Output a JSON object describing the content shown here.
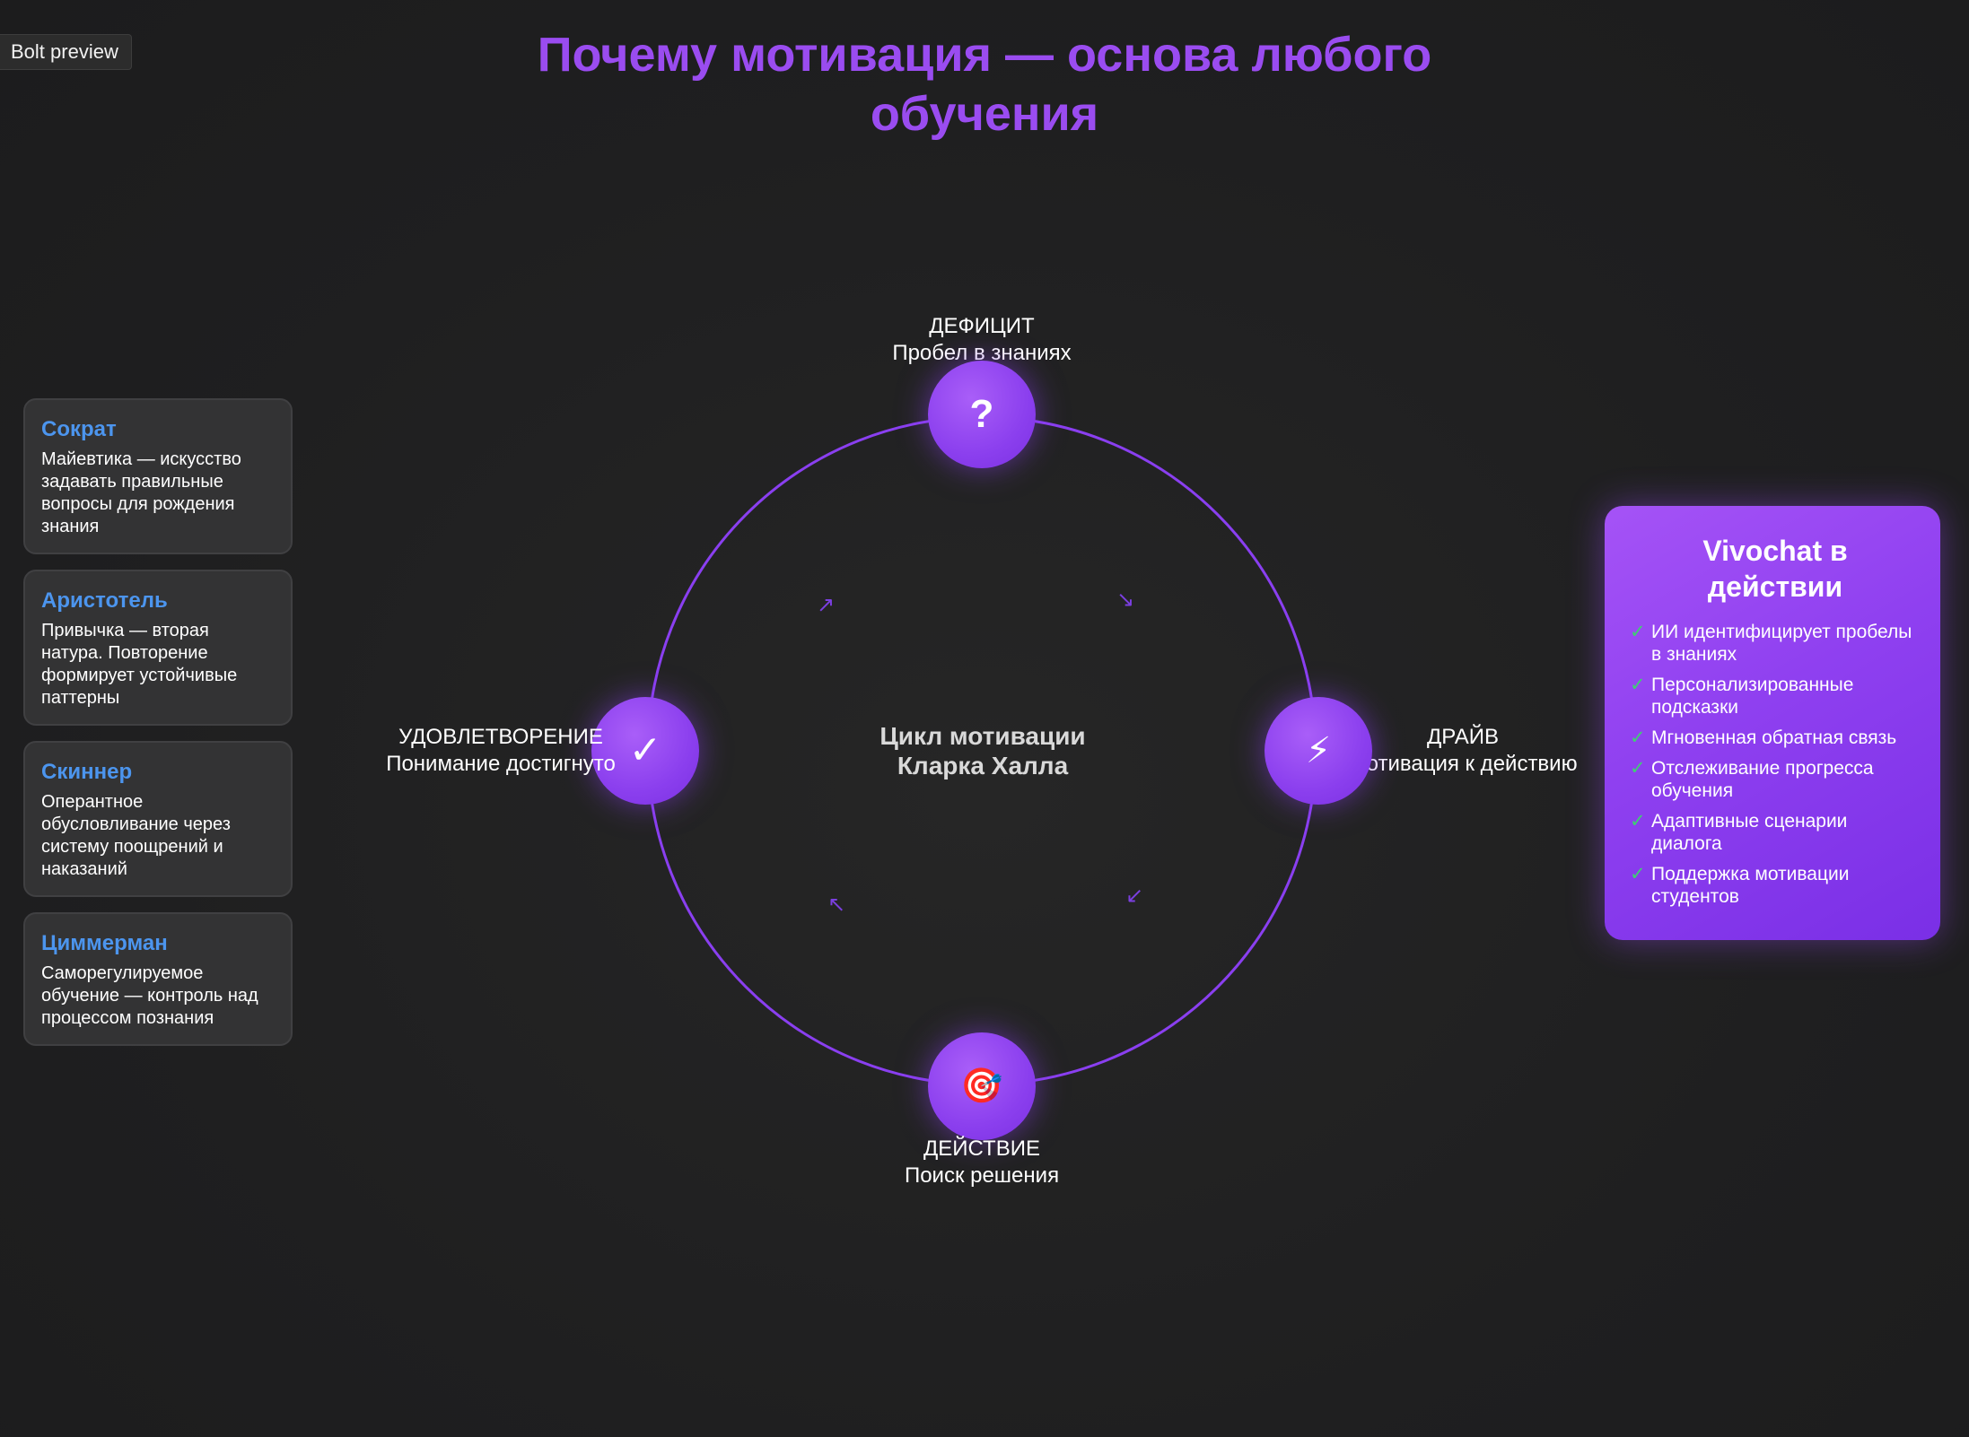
{
  "preview_badge": "Bolt preview",
  "title": {
    "line1": "Почему мотивация — основа любого",
    "line2": "обучения"
  },
  "philosophers": [
    {
      "name": "Сократ",
      "text": "Майевтика — искусство задавать правильные вопросы для рождения знания"
    },
    {
      "name": "Аристотель",
      "text": "Привычка — вторая натура. Повторение формирует устойчивые паттерны"
    },
    {
      "name": "Скиннер",
      "text": "Оперантное обусловливание через систему поощрений и наказаний"
    },
    {
      "name": "Циммерман",
      "text": "Саморегулируемое обучение — контроль над процессом познания"
    }
  ],
  "cycle": {
    "center": {
      "line1": "Цикл мотивации",
      "line2": "Кларка Халла"
    },
    "deficit": {
      "title": "ДЕФИЦИТ",
      "subtitle": "Пробел в знаниях",
      "glyph": "?"
    },
    "drive": {
      "title": "ДРАЙВ",
      "subtitle": "Мотивация к действию",
      "glyph": "⚡"
    },
    "action": {
      "title": "ДЕЙСТВИЕ",
      "subtitle": "Поиск решения",
      "glyph": "🎯"
    },
    "satisfaction": {
      "title": "УДОВЛЕТВОРЕНИЕ",
      "subtitle": "Понимание достигнуто",
      "glyph": "✓"
    },
    "arrows": {
      "top_left": "↗",
      "top_right": "↘",
      "bottom_right": "↙",
      "bottom_left": "↖"
    }
  },
  "vivochat": {
    "title_line1": "Vivochat в",
    "title_line2": "действии",
    "check_glyph": "✓",
    "items": [
      "ИИ идентифицирует пробелы в знаниях",
      "Персонализированные подсказки",
      "Мгновенная обратная связь",
      "Отслеживание прогресса обучения",
      "Адаптивные сценарии диалога",
      "Поддержка мотивации студентов"
    ]
  },
  "colors": {
    "accent": "#9a4cf0",
    "name_blue": "#4c95ee",
    "check_green": "#3fcf72",
    "background": "#212121"
  }
}
